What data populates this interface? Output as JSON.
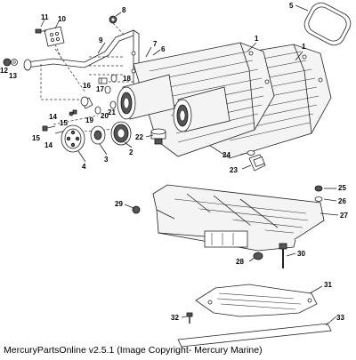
{
  "diagram": {
    "callouts": [
      "1",
      "1",
      "2",
      "3",
      "4",
      "5",
      "6",
      "7",
      "8",
      "9",
      "10",
      "11",
      "12",
      "13",
      "14",
      "14",
      "15",
      "15",
      "16",
      "17",
      "18",
      "19",
      "20",
      "21",
      "22",
      "23",
      "24",
      "25",
      "26",
      "27",
      "28",
      "29",
      "30",
      "31",
      "32",
      "33"
    ]
  },
  "footer": {
    "caption": "MercuryPartsOnline v2.5.1 (Image Copyright- Mercury Marine)"
  }
}
